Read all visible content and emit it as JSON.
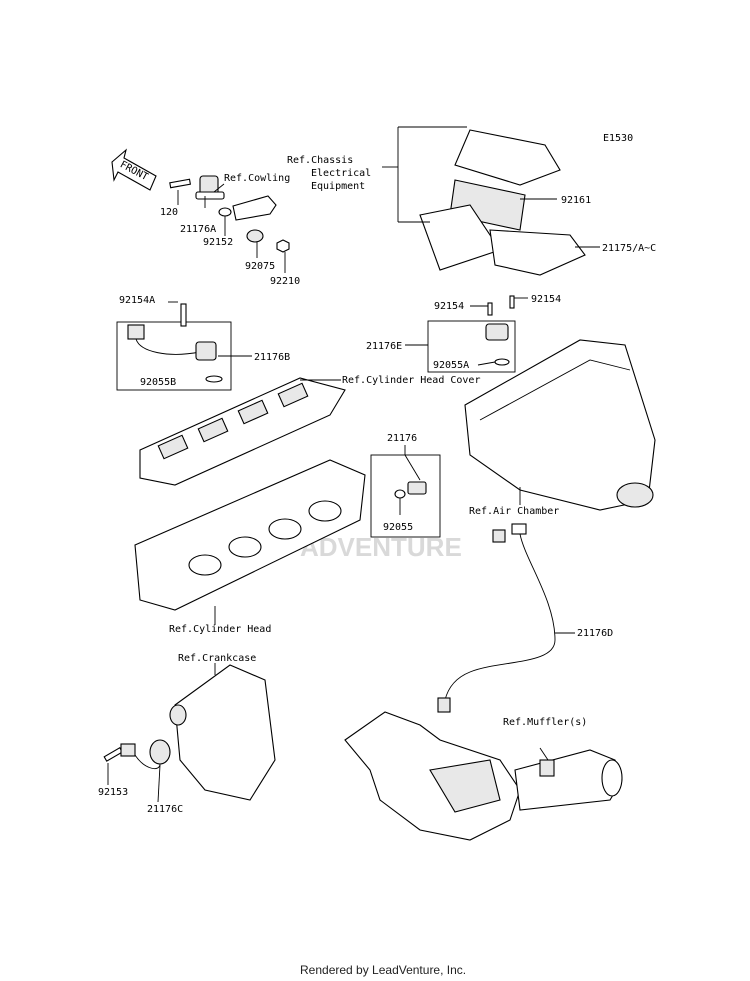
{
  "diagram_id": "E1530",
  "front_arrow": "FRONT",
  "watermark_text": "ADVENTURE",
  "labels": {
    "p120": "120",
    "p21176A": "21176A",
    "p92152": "92152",
    "ref_cowling": "Ref.Cowling",
    "p92075": "92075",
    "p92210": "92210",
    "ref_chassis_1": "Ref.Chassis",
    "ref_chassis_2": "Electrical",
    "ref_chassis_3": "Equipment",
    "p92161": "92161",
    "p21175": "21175/A~C",
    "p92154A": "92154A",
    "p21176B": "21176B",
    "p92055B": "92055B",
    "ref_head_cover": "Ref.Cylinder Head Cover",
    "p92154_l": "92154",
    "p92154_r": "92154",
    "p21176E": "21176E",
    "p92055A": "92055A",
    "p21176": "21176",
    "p92055": "92055",
    "ref_air_chamber": "Ref.Air Chamber",
    "ref_cyl_head": "Ref.Cylinder Head",
    "p21176D": "21176D",
    "ref_crankcase": "Ref.Crankcase",
    "ref_muffler": "Ref.Muffler(s)",
    "p92153": "92153",
    "p21176C": "21176C"
  },
  "footer": "Rendered by LeadVenture, Inc."
}
